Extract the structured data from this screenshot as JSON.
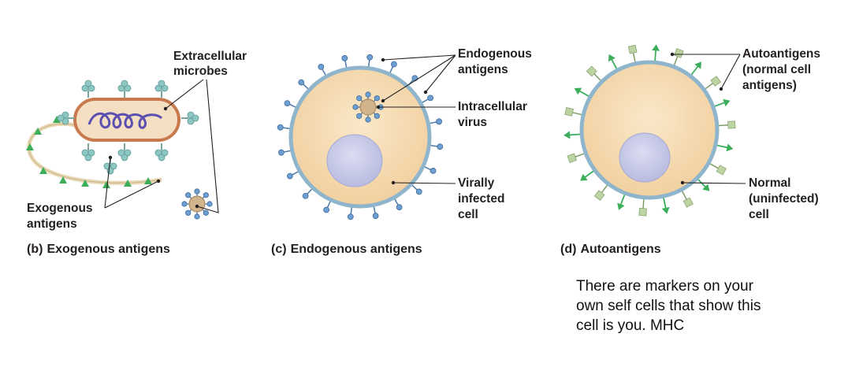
{
  "panels": {
    "exogenous": {
      "caption_letter": "(b)",
      "caption_text": "Exogenous antigens",
      "label_microbes": [
        "Extracellular",
        "microbes"
      ],
      "label_antigens": [
        "Exogenous",
        "antigens"
      ]
    },
    "endogenous": {
      "caption_letter": "(c)",
      "caption_text": "Endogenous antigens",
      "label_antigens": [
        "Endogenous",
        "antigens"
      ],
      "label_virus": [
        "Intracellular",
        "virus"
      ],
      "label_cell": [
        "Virally",
        "infected",
        "cell"
      ]
    },
    "auto": {
      "caption_letter": "(d)",
      "caption_text": "Autoantigens",
      "label_antigens": [
        "Autoantigens",
        "(normal cell",
        "antigens)"
      ],
      "label_cell": [
        "Normal",
        "(uninfected)",
        "cell"
      ]
    }
  },
  "note_lines": [
    "There are markers on your",
    "own self cells that show this",
    "cell is you. MHC"
  ],
  "colors": {
    "cytoplasm": "#f6dcb2",
    "membrane": "#8fb5cc",
    "nucleus": "#c9cbe8",
    "bacterium_wall": "#c8794d",
    "dna": "#5b4fb0",
    "antigen_teal": "#8cc7c3",
    "antigen_green": "#3cae5a",
    "auto_square": "#bcd3a2",
    "blue_bead": "#6d9fd3",
    "virus_core": "#d2b48c"
  }
}
